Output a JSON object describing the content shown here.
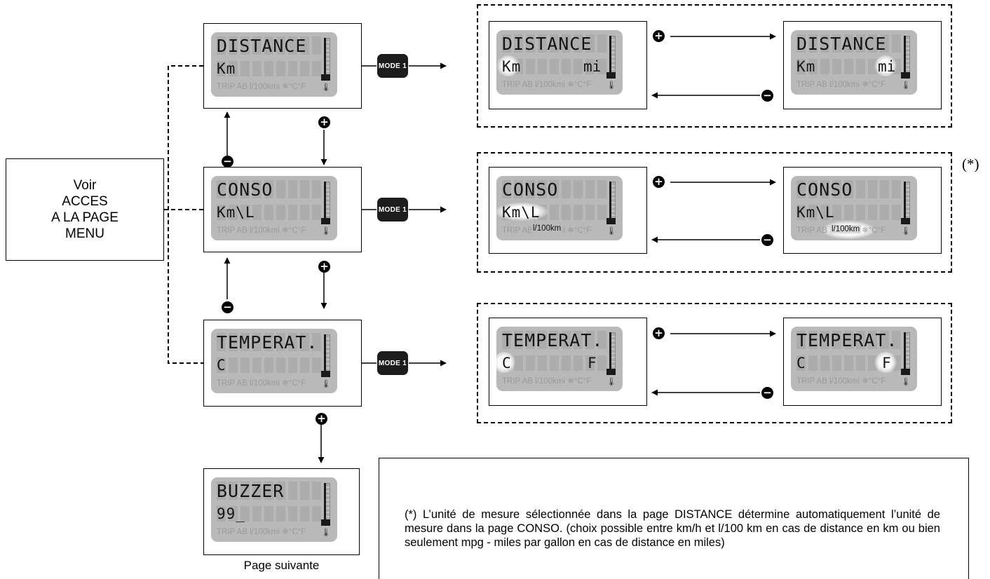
{
  "menu_box": {
    "lines": [
      "Voir",
      "ACCES",
      "A LA PAGE",
      "MENU"
    ]
  },
  "asterisk": "(*)",
  "next_page": "Page suivante",
  "note": "(*) L’unité de mesure sélectionnée dans la page DISTANCE détermine automatiquement l’unité de mesure dans la page CONSO. (choix possible entre km/h et l/100 km en cas de distance en km ou bien seulement mpg - miles par gallon en cas de distance en miles)",
  "mode_button": "MODE 1",
  "plus": "+",
  "minus": "−",
  "lcd_status": "TRIP AB l/100kmi ❄°C°F",
  "screens": {
    "distance": {
      "line1": "DISTANCE",
      "line2": "Km",
      "alt": "mi"
    },
    "conso": {
      "line1": "CONSO",
      "line2": "Km\\L",
      "unit": "l/100km"
    },
    "temperat": {
      "line1": "TEMPERAT.",
      "line2": "C",
      "alt": "F"
    },
    "buzzer": {
      "line1": "BUZZER",
      "line2": "99_"
    }
  },
  "icons": {
    "thermometer": "thermometer-icon",
    "bar_gauge": "bar-gauge-icon",
    "plus": "plus-circle-icon",
    "minus": "minus-circle-icon"
  },
  "colors": {
    "lcd_bg": "#b9b9b9",
    "button_bg": "#1d1d1d",
    "line": "#000000"
  }
}
